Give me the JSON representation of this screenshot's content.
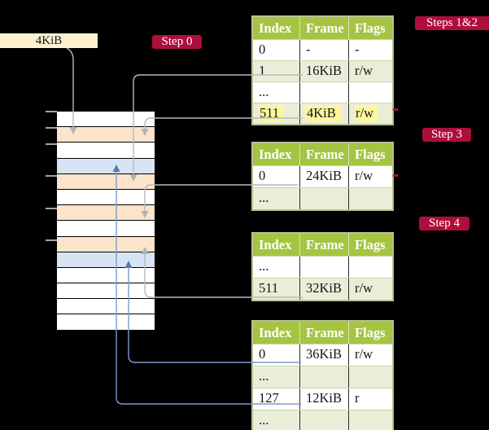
{
  "size_box": {
    "label": "4KiB"
  },
  "step_labels": {
    "step0": "Step 0",
    "steps12": "Steps 1&2",
    "step3": "Step 3",
    "step4": "Step 4"
  },
  "memory": {
    "rows": [
      {
        "shade": "plain"
      },
      {
        "shade": "peach"
      },
      {
        "shade": "plain"
      },
      {
        "shade": "blue"
      },
      {
        "shade": "peach"
      },
      {
        "shade": "plain"
      },
      {
        "shade": "peach"
      },
      {
        "shade": "plain"
      },
      {
        "shade": "peach"
      },
      {
        "shade": "blue"
      },
      {
        "shade": "plain"
      },
      {
        "shade": "plain"
      },
      {
        "shade": "plain"
      },
      {
        "shade": "plain"
      }
    ]
  },
  "tables": [
    {
      "headers": [
        "Index",
        "Frame",
        "Flags"
      ],
      "rows": [
        {
          "cells": [
            "0",
            "-",
            "-"
          ],
          "shade": "plain"
        },
        {
          "cells": [
            "1",
            "16KiB",
            "r/w"
          ],
          "shade": "olive"
        },
        {
          "cells": [
            "...",
            "",
            ""
          ],
          "shade": "plain"
        },
        {
          "cells": [
            "511",
            "4KiB",
            "r/w"
          ],
          "shade": "olive",
          "hl": "yes"
        }
      ]
    },
    {
      "headers": [
        "Index",
        "Frame",
        "Flags"
      ],
      "rows": [
        {
          "cells": [
            "0",
            "24KiB",
            "r/w"
          ],
          "shade": "plain"
        },
        {
          "cells": [
            "...",
            "",
            ""
          ],
          "shade": "olive"
        }
      ]
    },
    {
      "headers": [
        "Index",
        "Frame",
        "Flags"
      ],
      "rows": [
        {
          "cells": [
            "...",
            "",
            ""
          ],
          "shade": "plain"
        },
        {
          "cells": [
            "511",
            "32KiB",
            "r/w"
          ],
          "shade": "olive"
        }
      ]
    },
    {
      "headers": [
        "Index",
        "Frame",
        "Flags"
      ],
      "rows": [
        {
          "cells": [
            "0",
            "36KiB",
            "r/w"
          ],
          "shade": "plain"
        },
        {
          "cells": [
            "...",
            "",
            ""
          ],
          "shade": "olive"
        },
        {
          "cells": [
            "127",
            "12KiB",
            "r"
          ],
          "shade": "plain"
        },
        {
          "cells": [
            "...",
            "",
            ""
          ],
          "shade": "olive"
        }
      ]
    }
  ],
  "colors": {
    "background": "#000000",
    "header_green": "#a5c442",
    "table_border": "#b8c295",
    "row_olive": "#eaeed9",
    "highlight_yellow": "#fdf6a0",
    "label_red": "#ae0e3c",
    "box_cream": "#fdf1d0",
    "frame_peach": "#fce4cb",
    "frame_blue": "#d8e4f4",
    "arrow_gray": "#b9b9b9",
    "arrow_blue": "#7e9ac9"
  }
}
